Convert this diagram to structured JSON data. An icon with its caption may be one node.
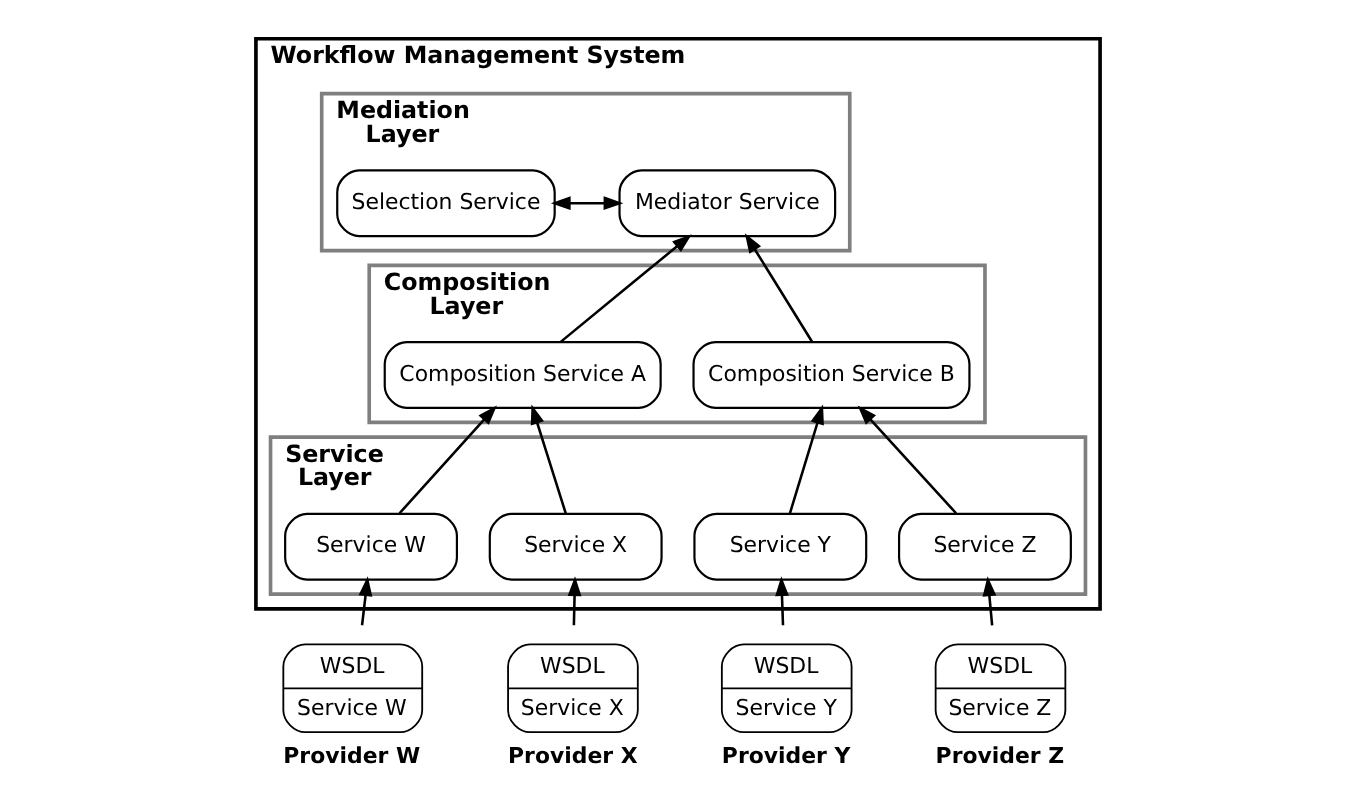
{
  "diagram": {
    "nodes": [
      {
        "text": [
          "Workflow Management System"
        ]
      },
      {
        "text": [
          "Mediation Layer"
        ],
        "in": 0
      },
      {
        "text": [
          "Mediator Service"
        ],
        "in": 1
      },
      {
        "text": [
          "Selection Service"
        ],
        "in": 1
      },
      {
        "text": [
          "Composition Layer"
        ],
        "in": 0
      },
      {
        "text": [
          "Composition Service A"
        ],
        "in": 4
      },
      {
        "text": [
          "Composition Service B"
        ],
        "in": 4
      },
      {
        "text": [
          "Service Layer"
        ],
        "in": 0
      },
      {
        "text": [
          "Service W"
        ],
        "in": 7
      },
      {
        "text": [
          "Service X"
        ],
        "in": 7
      },
      {
        "text": [
          "Service Y"
        ],
        "in": 7
      },
      {
        "text": [
          "Service Z"
        ],
        "in": 7
      },
      {
        "text": [
          "WSDL",
          "Service W"
        ],
        "beside": [
          "Provider W"
        ]
      },
      {
        "text": [
          "WSDL",
          "Service X"
        ],
        "beside": [
          "Provider X"
        ]
      },
      {
        "text": [
          "WSDL",
          "Service Y"
        ],
        "beside": [
          "Provider Y"
        ]
      },
      {
        "text": [
          "WSDL",
          "Service Z"
        ],
        "beside": [
          "Provider Z"
        ]
      }
    ],
    "edges": [
      {
        "from": 2,
        "to": 3,
        "arrow": "both"
      },
      {
        "from": 5,
        "to": 2,
        "arrow": "to"
      },
      {
        "from": 6,
        "to": 2,
        "arrow": "to"
      },
      {
        "from": 8,
        "to": 5,
        "arrow": "to"
      },
      {
        "from": 9,
        "to": 5,
        "arrow": "to"
      },
      {
        "from": 10,
        "to": 6,
        "arrow": "to"
      },
      {
        "from": 11,
        "to": 6,
        "arrow": "to"
      },
      {
        "from": 12,
        "to": 8,
        "arrow": "to"
      },
      {
        "from": 13,
        "to": 9,
        "arrow": "to"
      },
      {
        "from": 14,
        "to": 10,
        "arrow": "to"
      },
      {
        "from": 15,
        "to": 11,
        "arrow": "to"
      }
    ]
  }
}
